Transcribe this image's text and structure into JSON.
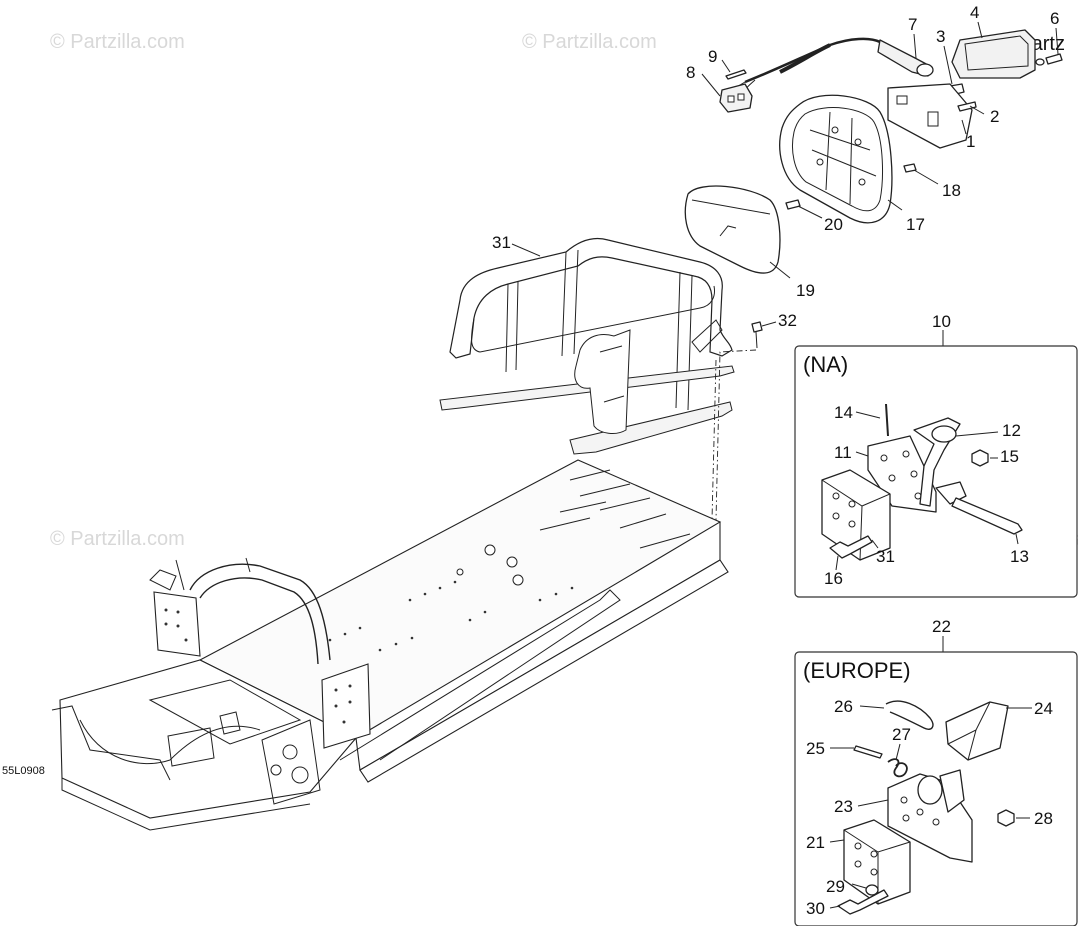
{
  "watermark": "© Partzilla.com",
  "watermark_tr": "© Partz",
  "diagram_code": "55L0908",
  "inset_na": {
    "title": "(NA)",
    "ref": "10"
  },
  "inset_europe": {
    "title": "(EUROPE)",
    "ref": "22"
  },
  "callouts": {
    "c1": "1",
    "c2": "2",
    "c3": "3",
    "c4": "4",
    "c6": "6",
    "c7": "7",
    "c8": "8",
    "c9": "9",
    "c17": "17",
    "c18": "18",
    "c19": "19",
    "c20": "20",
    "c31a": "31",
    "c32": "32",
    "c11": "11",
    "c12": "12",
    "c13": "13",
    "c14": "14",
    "c15": "15",
    "c16": "16",
    "c31b": "31",
    "c21": "21",
    "c23": "23",
    "c24": "24",
    "c25": "25",
    "c26": "26",
    "c27": "27",
    "c28": "28",
    "c29": "29",
    "c30": "30"
  },
  "colors": {
    "line": "#222222",
    "watermark": "#d8d8d8",
    "background": "#ffffff"
  }
}
